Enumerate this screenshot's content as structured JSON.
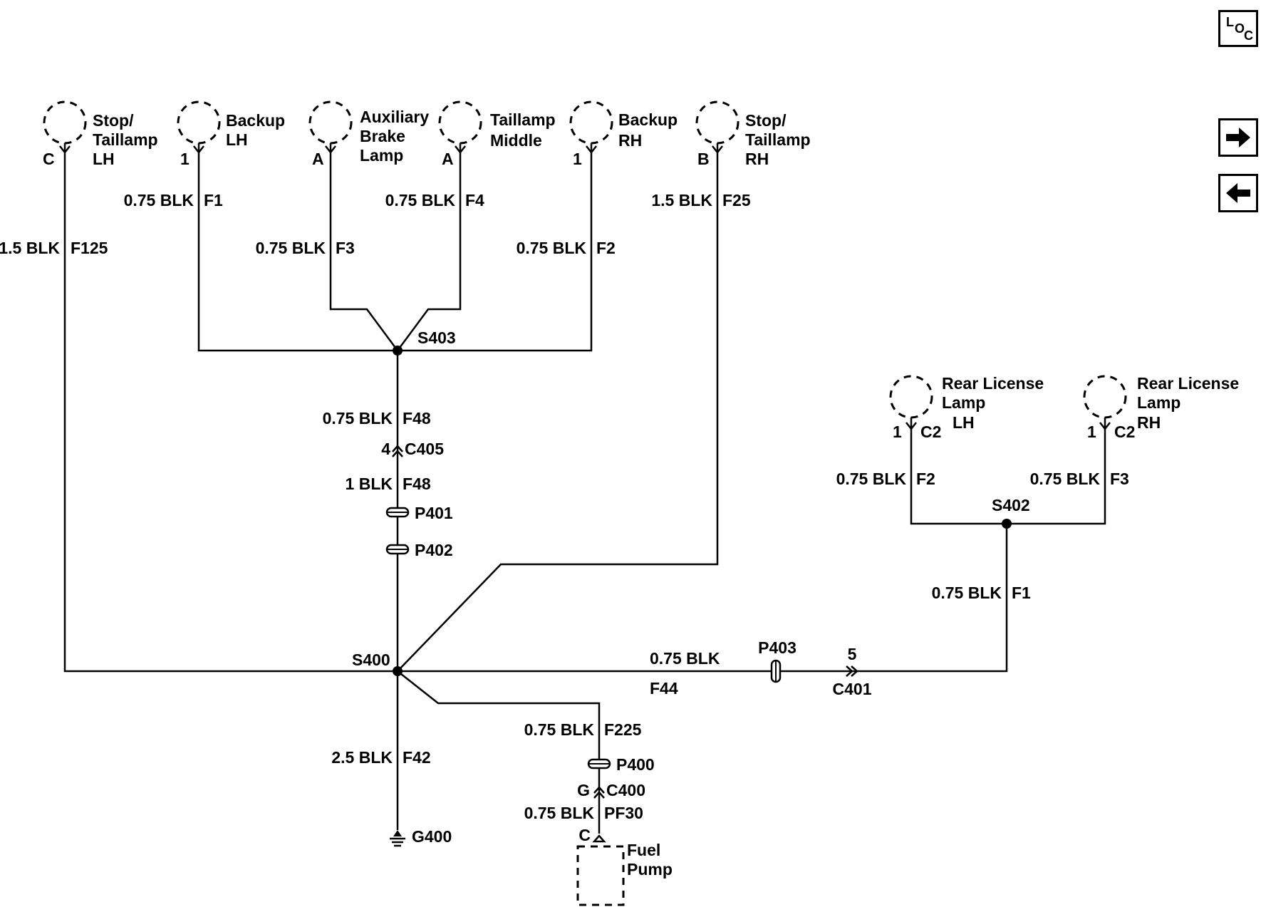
{
  "nav": {
    "loc_letters": [
      "L",
      "O",
      "C"
    ],
    "forward_icon": "arrow-right-icon",
    "back_icon": "arrow-left-icon"
  },
  "lamps": {
    "stop_lh": {
      "lines": [
        "Stop/",
        "Taillamp",
        "LH"
      ],
      "pin": "C"
    },
    "backup_lh": {
      "lines": [
        "Backup",
        "LH"
      ],
      "pin": "1"
    },
    "aux_brake": {
      "lines": [
        "Auxiliary",
        "Brake",
        "Lamp"
      ],
      "pin": "A"
    },
    "taillamp_mid": {
      "lines": [
        "Taillamp",
        "Middle"
      ],
      "pin": "A"
    },
    "backup_rh": {
      "lines": [
        "Backup",
        "RH"
      ],
      "pin": "1"
    },
    "stop_rh": {
      "lines": [
        "Stop/",
        "Taillamp",
        "RH"
      ],
      "pin": "B"
    },
    "license_lh": {
      "lines": [
        "Rear License",
        "Lamp",
        "LH"
      ],
      "pin": "1",
      "conn": "C2"
    },
    "license_rh": {
      "lines": [
        "Rear License",
        "Lamp",
        "RH"
      ],
      "pin": "1",
      "conn": "C2"
    }
  },
  "wires": {
    "f125": {
      "gauge": "1.5 BLK",
      "circuit": "F125"
    },
    "f1_backup": {
      "gauge": "0.75 BLK",
      "circuit": "F1"
    },
    "f3_aux": {
      "gauge": "0.75 BLK",
      "circuit": "F3"
    },
    "f4_mid": {
      "gauge": "0.75 BLK",
      "circuit": "F4"
    },
    "f2_backup": {
      "gauge": "0.75 BLK",
      "circuit": "F2"
    },
    "f25": {
      "gauge": "1.5 BLK",
      "circuit": "F25"
    },
    "f48_upper": {
      "gauge": "0.75 BLK",
      "circuit": "F48"
    },
    "f48_lower": {
      "gauge": "1 BLK",
      "circuit": "F48"
    },
    "f44": {
      "gauge": "0.75 BLK",
      "circuit": "F44"
    },
    "f42": {
      "gauge": "2.5 BLK",
      "circuit": "F42"
    },
    "f225": {
      "gauge": "0.75 BLK",
      "circuit": "F225"
    },
    "pf30": {
      "gauge": "0.75 BLK",
      "circuit": "PF30"
    },
    "f2_lic": {
      "gauge": "0.75 BLK",
      "circuit": "F2"
    },
    "f3_lic": {
      "gauge": "0.75 BLK",
      "circuit": "F3"
    },
    "f1_lic": {
      "gauge": "0.75 BLK",
      "circuit": "F1"
    }
  },
  "splices": {
    "s403": "S403",
    "s400": "S400",
    "s402": "S402"
  },
  "connectors": {
    "c405": {
      "pin": "4",
      "name": "C405"
    },
    "c400": {
      "pin": "G",
      "name": "C400"
    },
    "c401": {
      "pin": "5",
      "name": "C401"
    }
  },
  "pass_throughs": {
    "p401": "P401",
    "p402": "P402",
    "p400": "P400",
    "p403": "P403"
  },
  "ground": "G400",
  "fuel_pump": {
    "lines": [
      "Fuel",
      "Pump"
    ],
    "pin": "C"
  }
}
